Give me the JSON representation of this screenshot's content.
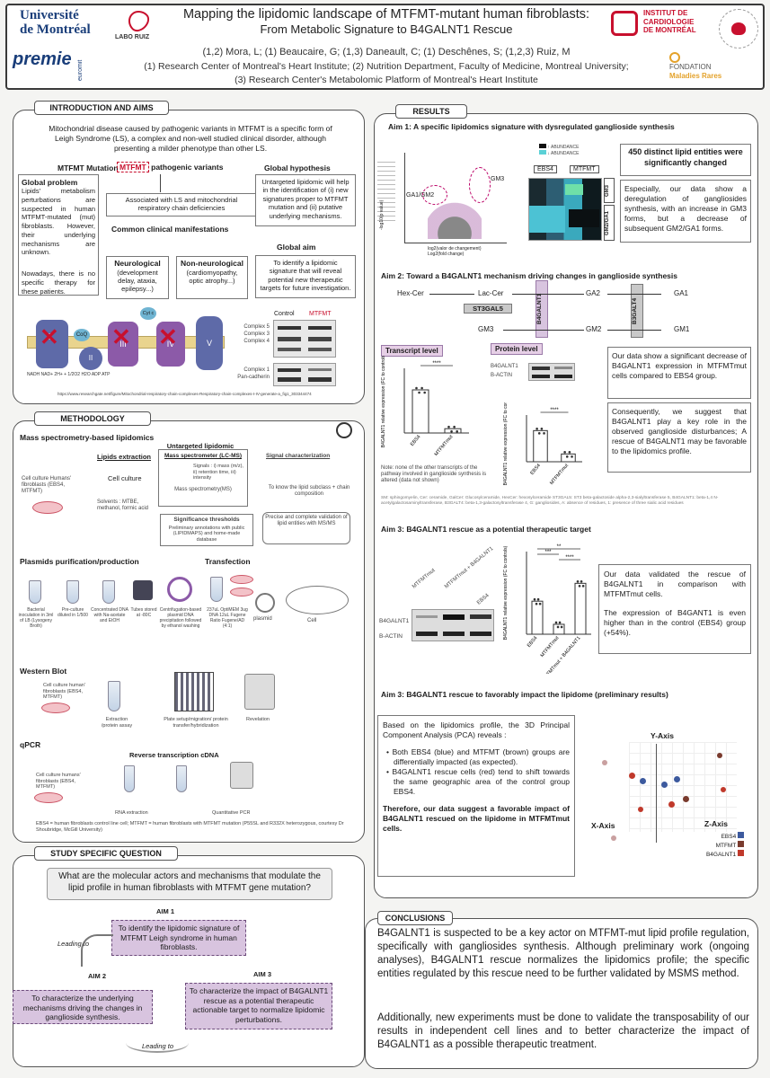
{
  "header": {
    "title_line1": "Mapping the lipidomic landscape of MTFMT-mutant human fibroblasts:",
    "title_line2": "From Metabolic Signature to B4GALNT1 Rescue",
    "authors": "(1,2) Mora, L; (1) Beaucaire, G; (1,3) Daneault, C; (1) Deschênes, S; (1,2,3) Ruiz, M",
    "affiliations_1": "(1) Research Center of Montreal's Heart Institute; (2) Nutrition Department, Faculty of Medicine, Montreal University;",
    "affiliations_2": "(3) Research Center's Metabolomic Platform of Montreal's Heart Institute",
    "logos": {
      "udem_line1": "Université",
      "udem_line2": "de Montréal",
      "labo": "LABO RUIZ",
      "premiere": "premie",
      "euromit": "euromit",
      "icm_line1": "INSTITUT DE",
      "icm_line2": "CARDIOLOGIE",
      "icm_line3": "DE MONTRÉAL",
      "fondation_line1": "FONDATION",
      "fondation_line2": "Maladies Rares"
    }
  },
  "intro": {
    "title": "INTRODUCTION AND AIMS",
    "lead": "Mitochondrial disease caused by pathogenic variants in MTFMT is a specific form of Leigh Syndrome (LS), a complex and non-well studied clinical disorder, although presenting a milder phenotype than other LS.",
    "mutation_heading": "MTFMT Mutation",
    "global_problem_heading": "Global problem",
    "global_problem_text": "Lipids' metabolism perturbations are suspected in human MTFMT-mutated (mut) fibroblasts. However, their underlying mechanisms are unknown.",
    "no_therapy": "Nowadays, there is no specific therapy for these patients.",
    "variants_label": "MTFMT",
    "variants_suffix": "pathogenic variants",
    "associated": "Associated with LS and mitochondrial respiratory chain deficiencies",
    "common_heading": "Common clinical manifestations",
    "neuro_title": "Neurological",
    "neuro_text": "(development delay, ataxia, epilepsy...)",
    "nonneuro_title": "Non-neurological",
    "nonneuro_text": "(cardiomyopathy, optic atrophy...)",
    "hypothesis_heading": "Global hypothesis",
    "hypothesis_text": "Untargeted lipidomic will help in the identification of (i) new signatures proper to MTFMT mutation and (ii) putative underlying mechanisms.",
    "aim_heading": "Global aim",
    "aim_text": "To identify a lipidomic signature that will reveal potential new therapeutic targets for future investigation.",
    "blot_control": "Control",
    "blot_mtfmt": "MTFMT",
    "complex_5": "Complex 5",
    "complex_3": "Complex 3",
    "complex_4": "Complex 4",
    "complex_1": "Complex 1",
    "pan_cadherin": "Pan-cadherin",
    "chain_labels": [
      "I",
      "CoQ",
      "II",
      "III",
      "Cyt c",
      "IV",
      "V"
    ],
    "chain_caption": "NADH  NAD+  2H+ + 1/2O2  H2O  ADP  ATP",
    "source_url": "https://www.researchgate.net/figure/Mitochondrial-respiratory-chain-complexes-Respiratory-chain-complexes-I-IV-generate-a_fig1_303344474"
  },
  "methodology": {
    "title": "METHODOLOGY",
    "ms_heading": "Mass spectrometry-based lipidomics",
    "untargeted": "Untargeted lipidomic",
    "lipids_extraction": "Lipids extraction",
    "cell_culture": "Cell culture",
    "cell_culture_full": "Cell culture Humans' fibroblasts (EBS4, MTFMT)",
    "solvents": "Solvents : MTBE, methanol, formic acid",
    "ms_lcms": "Mass spectrometer (LC-MS)",
    "signals": "Signals : i) mass (m/z), ii) retention time, iii) intensity",
    "msms": "Mass spectrometry(MS)",
    "signal_char": "Signal characterization",
    "sig_thresholds": "Significance thresholds",
    "prelim_ann": "Preliminary annotations with public (LIPIDMAPS) and home-made database",
    "lipid_subclass": "To know the lipid subclass + chain composition",
    "precise": "Precise and complete validation of lipid entities with MS/MS",
    "plasmid_heading": "Plasmids purification/production",
    "transfection": "Transfection",
    "plasmid_steps": [
      "Bacterial inoculation in 3ml of LB (Lysogeny Broth)",
      "Pre-culture diluted in 1/500",
      "Concentrated DNA with Na-acetate and EtOH",
      "Tubes stored at -80C",
      "Centrifugation-based plasmid DNA precipitation followed by ethanol washing",
      "237uL OptiMEM 3ug DNA 12uL Fugene Ratio Fugene/AD (4:1)"
    ],
    "plasmid_label": "plasmid",
    "cell_label": "Cell",
    "wb_heading": "Western Blot",
    "wb_cell": "Cell culture human' fibroblasts (EBS4, MTFMT)",
    "wb_extraction": "Extraction /protein assay",
    "wb_plate": "Plate setup/migration/ protein transfer/hybridization",
    "wb_revelation": "Revelation",
    "qpcr_heading": "qPCR",
    "rt": "Reverse transcription cDNA",
    "qpcr_cell": "Cell culture humans' fibroblasts (EBS4, MTFMT)",
    "rna": "RNA extraction",
    "quant_pcr": "Quantitative PCR",
    "footnote": "EBS4 = human fibroblasts control line cell; MTFMT = human fibroblasts with MTFMT mutation (P55SL and R332X heterozygous, courtesy Dr Shoubridge, McGill University)"
  },
  "question": {
    "title": "STUDY SPECIFIC QUESTION",
    "text": "What are the molecular actors and mechanisms that modulate the lipid profile in human fibroblasts with MTFMT gene mutation?",
    "aim1_label": "AIM 1",
    "aim1_text": "To identify the lipidomic signature of MTFMT Leigh syndrome in human fibroblasts.",
    "aim2_label": "AIM 2",
    "aim2_text": "To characterize the underlying mechanisms driving the changes in ganglioside synthesis.",
    "aim3_label": "AIM 3",
    "aim3_text": "To characterize the impact of B4GALNT1 rescue as a potential therapeutic actionable target to normalize lipidomic perturbations.",
    "leading_to_1": "Leading to",
    "leading_to_2": "Leading to"
  },
  "results": {
    "title": "RESULTS",
    "aim1_heading": "Aim 1: A specific lipidomics signature with dysregulated ganglioside synthesis",
    "volcano_gm3": "GM3",
    "volcano_ga1gm2": "GA1/GM2",
    "volcano_ylabel": "-log10(p value)",
    "volcano_xlabel": "Log2(fold change)",
    "volcano_note": "log2(valor de changement)",
    "heat_legend_up": "↑ ABUNDANCE",
    "heat_legend_down": "↓ ABUNDANCE",
    "heat_col1": "EBS4",
    "heat_col2": "MTFMT",
    "heat_row1": "GM3",
    "heat_row2": "GM2/GA1",
    "count_text": "450 distinct lipid entities were significantly changed",
    "aim1_text": "Especially, our data show a deregulation of gangliosides synthesis, with an increase in GM3 forms, but a decrease of subsequent GM2/GA1 forms.",
    "aim2_heading": "Aim 2: Toward a B4GALNT1 mechanism driving changes in ganglioside synthesis",
    "path_hexcer": "Hex-Cer",
    "path_laccer": "Lac-Cer",
    "path_st3gal5": "ST3GAL5",
    "path_gm3": "GM3",
    "path_b4galnt1": "B4GALNT1",
    "path_ga2": "GA2",
    "path_gm2": "GM2",
    "path_b3galt4": "B3GALT4",
    "path_ga1": "GA1",
    "path_gm1": "GM1",
    "transcript_level": "Transcript level",
    "protein_level": "Protein level",
    "transcript_ylabel": "B4GALNT1 relative expression (FC to controls)",
    "transcript_sig": "****",
    "transcript_x1": "EBS4",
    "transcript_x2": "MTFMTmut",
    "protein_band1": "B4GALNT1",
    "protein_band2": "B-ACTIN",
    "protein_ylabel": "B4GALNT1 relative expression (FC to controls)",
    "protein_x1": "EBS4",
    "protein_x2": "MTFMTmut",
    "protein_sig": "****",
    "transcript_note": "Note: none of the other transcripts of the pathway involved in ganglioside synthesis is altered (data not shown)",
    "aim2_text1": "Our data show a significant decrease of B4GALNT1 expression in MTFMTmut cells compared to EBS4 group.",
    "aim2_text2": "Consequently, we suggest that B4GALNT1 play a key role in the observed ganglioside disturbances; A rescue of B4GALNT1 may be favorable to the lipidomics profile.",
    "abbrev": "SM: sphingomyelin, Cer: ceramide, GalCer: Glucosylceramide, HexCer: hexosylceramide ST3GAL5: ST3 beta-galactoside alpha-2,3-sialyltransferase 5, B4GALNT1: beta-1,4 N-acetylgalactosaminyltransferase, B3GALT4: beta-1,3-galactosyltransferase 4, G: gangliosides, A: absence of residues, 1: presence of three sialic acid residues",
    "aim3a_heading": "Aim 3: B4GALNT1 rescue as a potential therapeutic target",
    "rescue_lanes": [
      "MTFMTmut",
      "MTFMTmut + B4GALNT1",
      "EBS4"
    ],
    "rescue_band1": "B4GALNT1",
    "rescue_band2": "B-ACTIN",
    "rescue_ylabel": "B4GALNT1 relative expression (FC to controls)",
    "rescue_x": [
      "EBS4",
      "MTFMTmut",
      "MTFMTmut + B4GALNT1"
    ],
    "rescue_sig1": "**",
    "rescue_sig2": "***",
    "rescue_sig3": "****",
    "aim3a_text1": "Our data validated the rescue of B4GALNT1 in comparison with MTFMTmut cells.",
    "aim3a_text2": "The expression of B4GANT1 is even higher than in the control (EBS4) group (+54%).",
    "aim3b_heading": "Aim 3: B4GALNT1 rescue to favorably impact the lipidome (preliminary results)",
    "pca_intro": "Based on the lipidomics profile, the 3D Principal Component Analysis (PCA) reveals :",
    "pca_b1": "Both EBS4 (blue) and MTFMT (brown) groups are differentially impacted (as expected).",
    "pca_b2": "B4GALNT1 rescue cells (red) tend to shift towards the same geographic area of the control group EBS4.",
    "pca_conclusion": "Therefore, our data suggest a favorable impact of B4GALNT1 rescued on the lipidome in MTFMTmut cells.",
    "pca_yaxis": "Y-Axis",
    "pca_xaxis": "X-Axis",
    "pca_zaxis": "Z-Axis",
    "pca_legend": [
      "EBS4",
      "MTFMT",
      "B4GALNT1"
    ]
  },
  "conclusions": {
    "title": "CONCLUSIONS",
    "p1": "B4GALNT1 is suspected to be a key actor on MTFMT-mut lipid profile regulation, specifically with gangliosides synthesis. Although preliminary work (ongoing analyses), B4GALNT1 rescue normalizes the lipidomics profile; the specific entities regulated by this rescue need to be further validated by MSMS method.",
    "p2": "Additionally, new experiments must be done to validate the transposability of our results in independent cell lines and to better characterize the impact of B4GALNT1 as a possible therapeutic treatment."
  },
  "colors": {
    "purple": "#d8c4df",
    "ebs4": "#3d5a9e",
    "mtfmt": "#7a3b2e",
    "b4galnt1": "#c0392b",
    "icm_red": "#c8102e"
  },
  "chart_data": [
    {
      "type": "bar",
      "title": "Transcript level",
      "categories": [
        "EBS4",
        "MTFMTmut"
      ],
      "values": [
        1.0,
        0.1
      ],
      "ylabel": "B4GALNT1 relative expression (FC to controls)",
      "ylim": [
        0,
        1.5
      ]
    },
    {
      "type": "bar",
      "title": "Protein level",
      "categories": [
        "EBS4",
        "MTFMTmut"
      ],
      "values": [
        1.0,
        0.25
      ],
      "ylabel": "B4GALNT1 relative expression (FC to controls)",
      "ylim": [
        0,
        1.5
      ]
    },
    {
      "type": "bar",
      "title": "",
      "categories": [
        "EBS4",
        "MTFMTmut",
        "MTFMTmut + B4GALNT1"
      ],
      "values": [
        1.0,
        0.3,
        1.54
      ],
      "ylabel": "B4GALNT1 relative expression (FC to controls)",
      "ylim": [
        0,
        2.5
      ]
    }
  ]
}
